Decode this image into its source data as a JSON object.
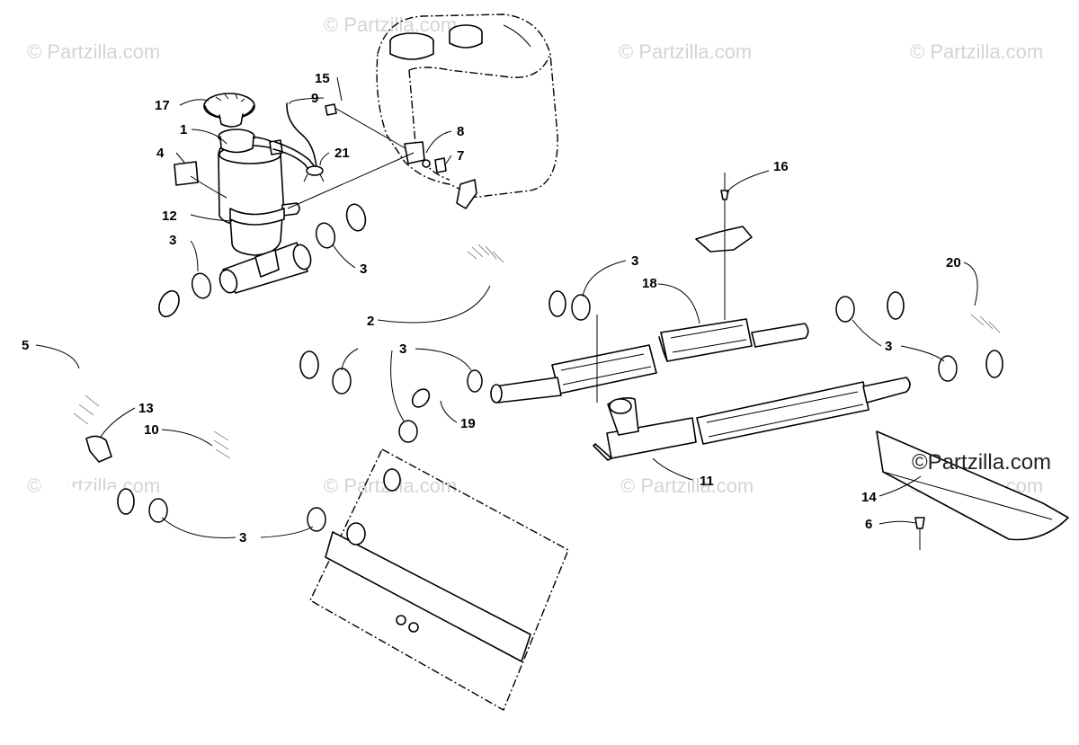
{
  "watermarks": {
    "top_1": "© Partzilla.com",
    "top_2": "© Partzilla.com",
    "top_3": "© Partzilla.com",
    "top_4": "© Partzilla.com",
    "mid_1": "© Partzilla.com",
    "mid_2": "© Partzilla.com",
    "mid_3": "© Partzilla.com",
    "mid_4": "© Partzilla.com",
    "corner": "©Partzilla.com"
  },
  "callouts": {
    "c1": "1",
    "c2": "2",
    "c3a": "3",
    "c3b": "3",
    "c3c": "3",
    "c3d": "3",
    "c3e": "3",
    "c3f": "3",
    "c4": "4",
    "c5": "5",
    "c6": "6",
    "c7": "7",
    "c8": "8",
    "c9": "9",
    "c10": "10",
    "c11": "11",
    "c12": "12",
    "c13": "13",
    "c14": "14",
    "c15": "15",
    "c16": "16",
    "c17": "17",
    "c18": "18",
    "c19": "19",
    "c20": "20",
    "c21": "21"
  }
}
